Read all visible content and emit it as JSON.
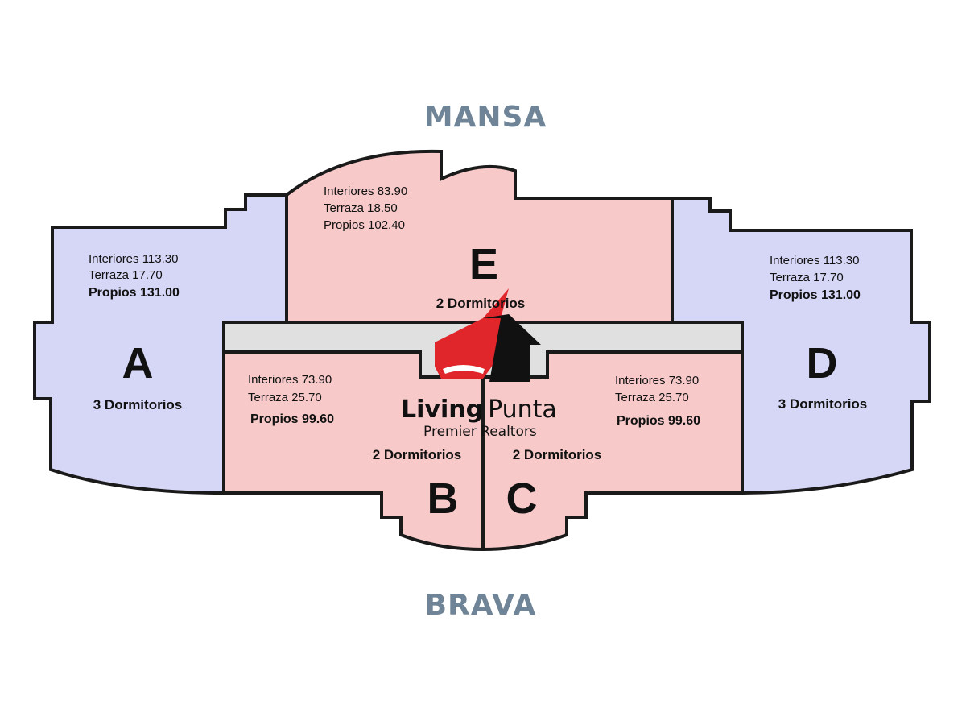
{
  "colors": {
    "side_unit_fill": "#d6d6f7",
    "center_unit_fill": "#f7c9c9",
    "corridor_fill": "#e0e0e0",
    "wall": "#1a1a1a",
    "orientation_text": "#6f8597",
    "logo_red": "#e0262b",
    "logo_black": "#111111"
  },
  "orientation": {
    "top": "MANSA",
    "bottom": "BRAVA"
  },
  "units": {
    "A": {
      "letter": "A",
      "interiores": "Interiores 113.30",
      "terraza": "Terraza 17.70",
      "propios": "Propios 131.00",
      "rooms": "3 Dormitorios"
    },
    "B": {
      "letter": "B",
      "interiores": "Interiores 73.90",
      "terraza": "Terraza 25.70",
      "propios": "Propios 99.60",
      "rooms": "2 Dormitorios"
    },
    "C": {
      "letter": "C",
      "interiores": "Interiores 73.90",
      "terraza": "Terraza 25.70",
      "propios": "Propios 99.60",
      "rooms": "2 Dormitorios"
    },
    "D": {
      "letter": "D",
      "interiores": "Interiores 113.30",
      "terraza": "Terraza 17.70",
      "propios": "Propios 131.00",
      "rooms": "3 Dormitorios"
    },
    "E": {
      "letter": "E",
      "interiores": "Interiores 83.90",
      "terraza": "Terraza 18.50",
      "propios": "Propios 102.40",
      "rooms": "2 Dormitorios"
    }
  },
  "watermark": {
    "word1": "Living",
    "word2": "Punta",
    "tagline": "Premier Realtors",
    "icon": "house-logo-icon"
  }
}
